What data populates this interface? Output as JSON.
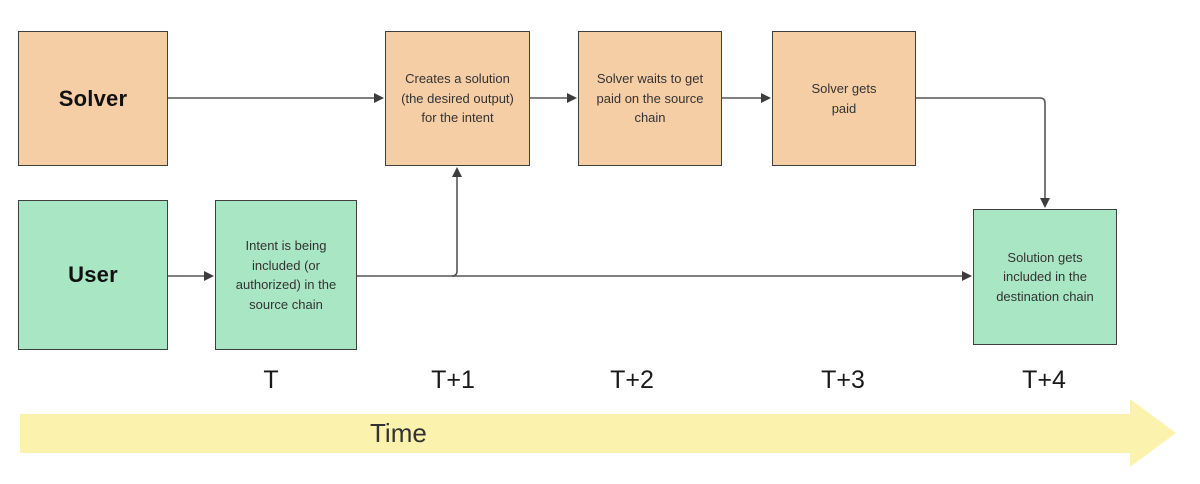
{
  "diagram": {
    "lanes": {
      "solver": {
        "label": "Solver"
      },
      "user": {
        "label": "User"
      }
    },
    "steps": {
      "creates": {
        "label": "Creates a solution (the desired output) for the intent"
      },
      "waits": {
        "label": "Solver waits to get paid on the source chain"
      },
      "paid": {
        "label": "Solver gets paid"
      },
      "intent": {
        "label": "Intent is being included (or authorized) in the source chain"
      },
      "solution": {
        "label": "Solution gets included in the destination chain"
      }
    },
    "time_axis": {
      "labels": [
        "T",
        "T+1",
        "T+2",
        "T+3",
        "T+4"
      ],
      "axis_label": "Time"
    },
    "colors": {
      "solver_fill": "#F6CEA6",
      "user_fill": "#A9E6C4",
      "box_border": "#3f3f3f",
      "arrow_stroke": "#565656",
      "arrow_head": "#3d3d3d",
      "timeline_fill": "#FBF2AE",
      "body_text": "#333333"
    }
  }
}
